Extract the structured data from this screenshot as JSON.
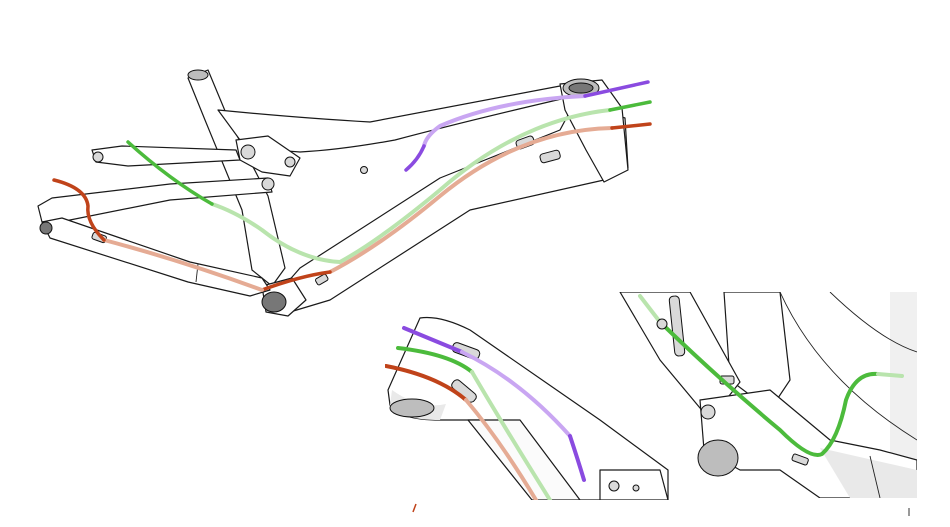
{
  "colors": {
    "purple": "#8a4be0",
    "purple_internal": "#c9a6f2",
    "green": "#4cbb3c",
    "green_internal": "#b9e4ad",
    "red": "#c0431a",
    "red_internal": "#e5ab94",
    "frame_outline": "#1a1a1a",
    "background": "#ffffff"
  },
  "views": [
    {
      "name": "full-frame-view"
    },
    {
      "name": "headtube-detail-view"
    },
    {
      "name": "bottom-bracket-detail-view"
    }
  ]
}
